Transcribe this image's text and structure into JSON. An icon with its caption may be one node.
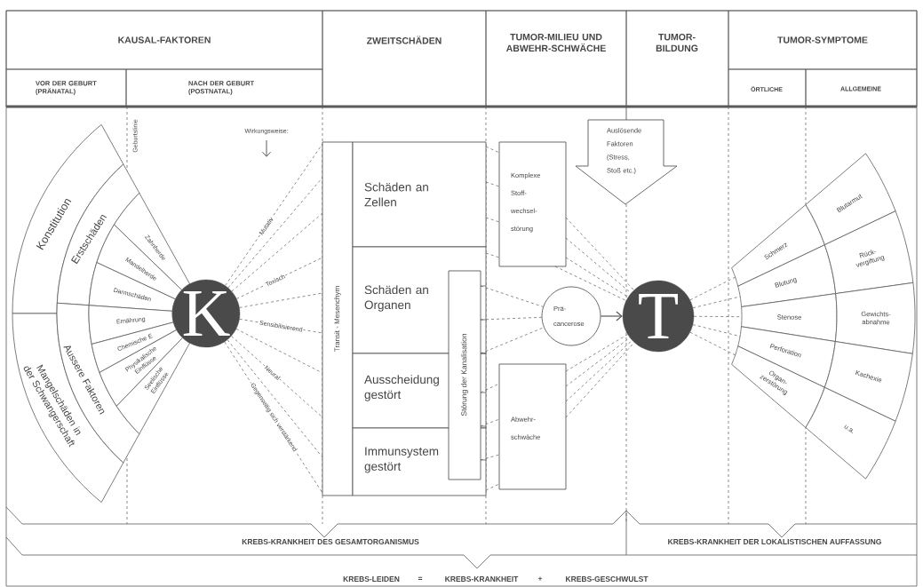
{
  "diagram": {
    "nodes": [
      {
        "text": [
          "KAUSAL-FAKTOREN"
        ]
      },
      {
        "text": [
          "VOR DER GEBURT (PRÄNATAL)"
        ]
      },
      {
        "text": [
          "NACH DER GEBURT (POSTNATAL)"
        ]
      },
      {
        "text": [
          "ZWEITSCHÄDEN"
        ]
      },
      {
        "text": [
          "TUMOR-MILIEU UND ABWEHR-SCHWÄCHE"
        ]
      },
      {
        "text": [
          "TUMOR- BILDUNG"
        ]
      },
      {
        "text": [
          "TUMOR-SYMPTOME"
        ]
      },
      {
        "text": [
          "ÖRTLICHE"
        ]
      },
      {
        "text": [
          "ALLGEMEINE"
        ]
      },
      {
        "text": [
          "Konstitution"
        ]
      },
      {
        "text": [
          "Mangelschäden in der Schwangerschaft"
        ]
      },
      {
        "text": [
          "Erstschäden"
        ]
      },
      {
        "text": [
          "Aussere Faktoren"
        ]
      },
      {
        "text": [
          "Zahnherde"
        ]
      },
      {
        "text": [
          "Mandelherde"
        ]
      },
      {
        "text": [
          "Darmschäden"
        ]
      },
      {
        "text": [
          "Ernährung"
        ]
      },
      {
        "text": [
          "Chemische E"
        ]
      },
      {
        "text": [
          "Physikalische Einflüsse"
        ]
      },
      {
        "text": [
          "Seelische Einflüsse"
        ]
      },
      {
        "text": [
          "K"
        ]
      },
      {
        "text": [
          "Transit - Mesenchym"
        ]
      },
      {
        "text": [
          "Schäden an Zellen"
        ]
      },
      {
        "text": [
          "Schäden an Organen"
        ]
      },
      {
        "text": [
          "Ausscheidung gestört"
        ]
      },
      {
        "text": [
          "Immunsystem gestört"
        ]
      },
      {
        "text": [
          "Störung der Kanalisation"
        ]
      },
      {
        "text": [
          "Komplexe Stoff- wechsel- störung"
        ]
      },
      {
        "text": [
          "Auslösende Faktoren (Stress, Stoß etc.)"
        ]
      },
      {
        "text": [
          "Prä- cancerose"
        ]
      },
      {
        "text": [
          "Abwehr- schwäche"
        ]
      },
      {
        "text": [
          "T"
        ]
      },
      {
        "text": [
          "Schmerz"
        ]
      },
      {
        "text": [
          "Blutung"
        ]
      },
      {
        "text": [
          "Stenose"
        ]
      },
      {
        "text": [
          "Perforation"
        ]
      },
      {
        "text": [
          "Organ- zerstörung"
        ]
      },
      {
        "text": [
          "Blutarmut"
        ]
      },
      {
        "text": [
          "Rück- vergiftung"
        ]
      },
      {
        "text": [
          "Gewichts- abnahme"
        ]
      },
      {
        "text": [
          "Kachexie"
        ]
      },
      {
        "text": [
          "u.a."
        ]
      }
    ],
    "edges": [
      {
        "from": 20,
        "to": 21,
        "arrow": "none",
        "style": "dashed",
        "label": "Mutativ"
      },
      {
        "from": 20,
        "to": 21,
        "arrow": "none",
        "style": "dashed"
      },
      {
        "from": 20,
        "to": 21,
        "arrow": "none",
        "style": "dashed"
      },
      {
        "from": 20,
        "to": 21,
        "arrow": "none",
        "style": "dashed",
        "label": "Toxisch"
      },
      {
        "from": 20,
        "to": 21,
        "arrow": "none",
        "style": "dashed"
      },
      {
        "from": 20,
        "to": 21,
        "arrow": "none",
        "style": "dashed",
        "label": "Sensibilisierend"
      },
      {
        "from": 20,
        "to": 21,
        "arrow": "none",
        "style": "dashed"
      },
      {
        "from": 20,
        "to": 21,
        "arrow": "none",
        "style": "dashed",
        "label": "Neural"
      },
      {
        "from": 20,
        "to": 21,
        "arrow": "none",
        "style": "dashed"
      },
      {
        "from": 20,
        "to": 21,
        "arrow": "none",
        "style": "dashed",
        "label": "Gegenseitig sich verstärkend"
      },
      {
        "from": 22,
        "to": 27,
        "arrow": "none",
        "style": "dashed"
      },
      {
        "from": 22,
        "to": 27,
        "arrow": "none",
        "style": "dashed"
      },
      {
        "from": 22,
        "to": 27,
        "arrow": "none",
        "style": "dashed"
      },
      {
        "from": 23,
        "to": 27,
        "arrow": "none",
        "style": "dashed"
      },
      {
        "from": 26,
        "to": 29,
        "arrow": "none",
        "style": "dashed"
      },
      {
        "from": 26,
        "to": 29,
        "arrow": "none",
        "style": "dashed"
      },
      {
        "from": 26,
        "to": 29,
        "arrow": "none",
        "style": "dashed"
      },
      {
        "from": 26,
        "to": 30,
        "arrow": "none",
        "style": "dashed"
      },
      {
        "from": 26,
        "to": 30,
        "arrow": "none",
        "style": "dashed"
      },
      {
        "from": 26,
        "to": 30,
        "arrow": "none",
        "style": "dashed"
      },
      {
        "from": 25,
        "to": 30,
        "arrow": "none",
        "style": "dashed"
      },
      {
        "from": 27,
        "to": 31,
        "arrow": "none",
        "style": "dashed"
      },
      {
        "from": 27,
        "to": 31,
        "arrow": "none",
        "style": "dashed"
      },
      {
        "from": 27,
        "to": 31,
        "arrow": "none",
        "style": "dashed"
      },
      {
        "from": 27,
        "to": 31,
        "arrow": "none",
        "style": "dashed"
      },
      {
        "from": 30,
        "to": 31,
        "arrow": "none",
        "style": "dashed"
      },
      {
        "from": 30,
        "to": 31,
        "arrow": "none",
        "style": "dashed"
      },
      {
        "from": 30,
        "to": 31,
        "arrow": "none",
        "style": "dashed"
      },
      {
        "from": 30,
        "to": 31,
        "arrow": "none",
        "style": "dashed"
      },
      {
        "from": 29,
        "to": 31,
        "arrow": "to"
      },
      {
        "from": 31,
        "to": 32,
        "arrow": "none",
        "style": "dashed"
      },
      {
        "from": 31,
        "to": 33,
        "arrow": "none",
        "style": "dashed"
      },
      {
        "from": 31,
        "to": 34,
        "arrow": "none",
        "style": "dashed"
      },
      {
        "from": 31,
        "to": 35,
        "arrow": "none",
        "style": "dashed"
      },
      {
        "from": 31,
        "to": 36,
        "arrow": "none",
        "style": "dashed"
      }
    ],
    "labels": [
      "Geburtslinie",
      "Wirkungsweise:",
      "KREBS-KRANKHEIT DES GESAMTORGANISMUS",
      "KREBS-KRANKHEIT DER LOKALISTISCHEN AUFFASSUNG",
      "KREBS-LEIDEN",
      "=",
      "KREBS-KRANKHEIT",
      "+",
      "KREBS-GESCHWULST"
    ]
  }
}
